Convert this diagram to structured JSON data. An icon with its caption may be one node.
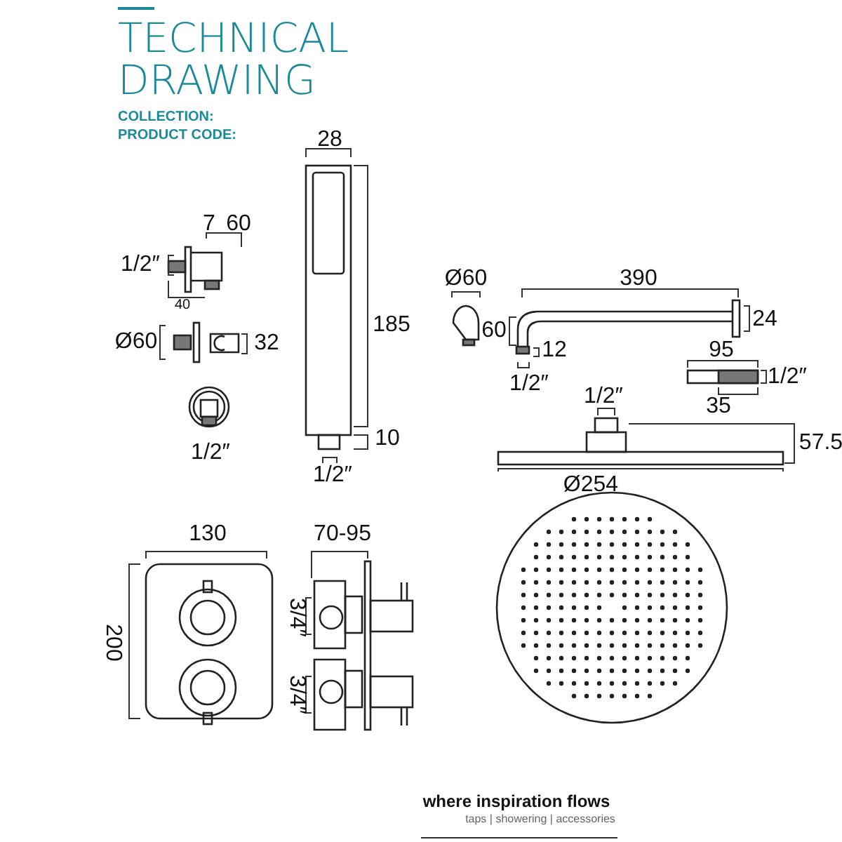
{
  "diagram": {
    "title": "TECHNICAL DRAWING",
    "labels": [
      "COLLECTION:",
      "PRODUCT CODE:",
      "28",
      "7",
      "60",
      "1/2″",
      "40",
      "Ø60",
      "32",
      "185",
      "Ø60",
      "390",
      "60",
      "24",
      "12",
      "1/2″",
      "95",
      "1/2″",
      "1/2″",
      "10",
      "35",
      "1/2″",
      "1/2″",
      "57.5",
      "Ø254",
      "130",
      "70-95",
      "200",
      "3/4″",
      "3/4″",
      "where inspiration flows",
      "taps | showering | accessories"
    ]
  }
}
